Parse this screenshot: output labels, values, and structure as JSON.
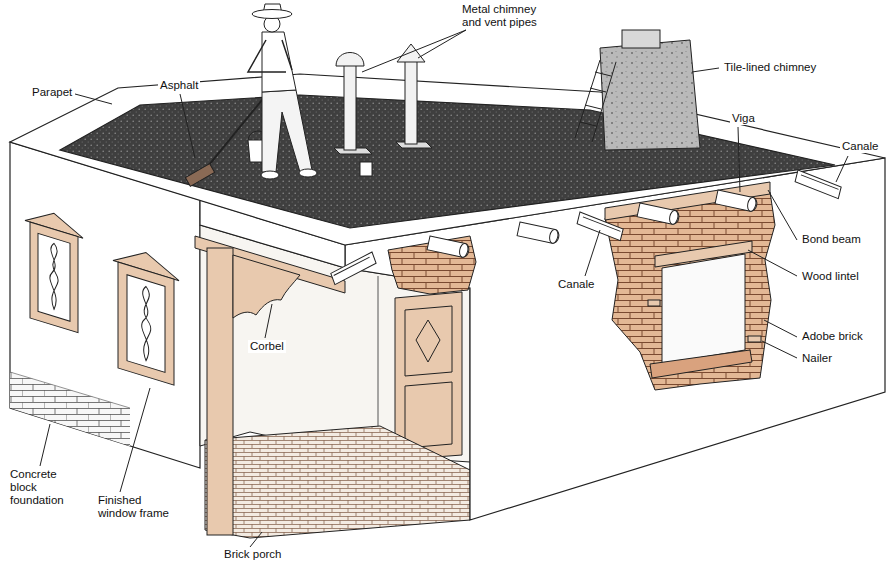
{
  "diagram": {
    "labels": [
      "Metal chimney and vent pipes",
      "Tile-lined chimney",
      "Parapet",
      "Asphalt",
      "Viga",
      "Canale",
      "Bond beam",
      "Wood lintel",
      "Adobe brick",
      "Nailer",
      "Canale",
      "Corbel",
      "Concrete block foundation",
      "Finished window frame",
      "Brick porch"
    ]
  }
}
